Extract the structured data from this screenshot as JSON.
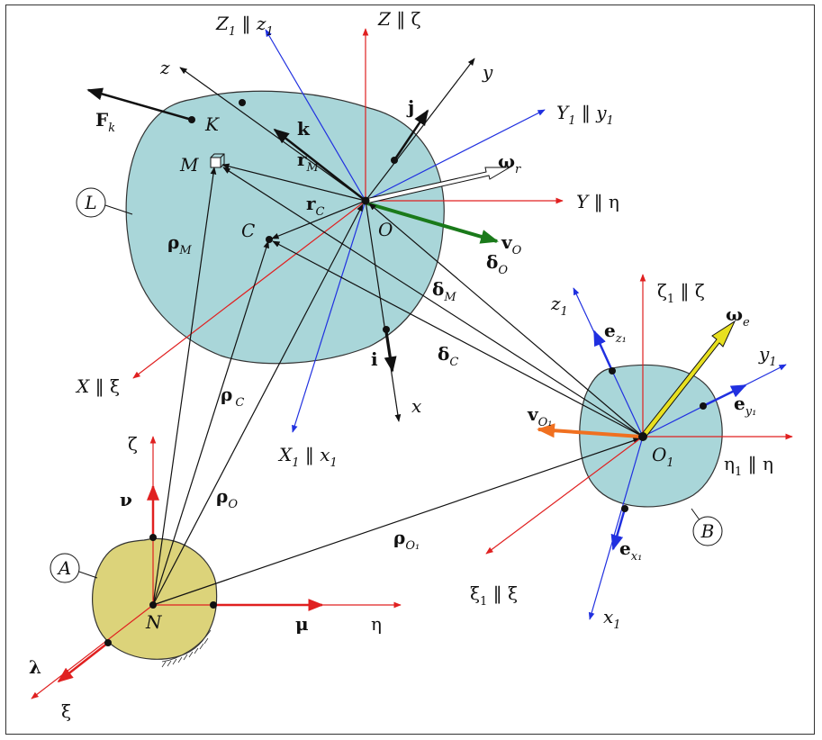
{
  "colors": {
    "body_L": "#a9d6d9",
    "body_B": "#a9d6d9",
    "body_A": "#dcd37a",
    "red": "#e02020",
    "blue": "#2030e0",
    "green": "#1a7a1a",
    "yellow": "#e8e020",
    "orange": "#f07020",
    "black": "#111111"
  },
  "bodies": {
    "L": "L",
    "B": "B",
    "A": "A"
  },
  "points": {
    "K": "K",
    "M": "M",
    "C": "C",
    "O": "O",
    "N": "N"
  },
  "O1": {
    "main": "O",
    "sub": "1"
  },
  "fixed_axes_O": {
    "Z": "Z",
    "Z_rhs": "ζ",
    "Y": "Y",
    "Y_rhs": "η",
    "X": "X",
    "X_rhs": "ξ",
    "parallel": "‖"
  },
  "fixed_axes_N": {
    "zeta": "ζ",
    "eta": "η",
    "xi": "ξ"
  },
  "unit_vectors_N": {
    "nu": "ν",
    "mu": "μ",
    "lambda": "λ"
  },
  "body_axes": {
    "x": "x",
    "y": "y",
    "z": "z",
    "i": "i",
    "j": "j",
    "k": "k"
  },
  "axes_O1_on_O": {
    "Z1": {
      "main": "Z",
      "sub": "1",
      "rhs": "z",
      "rhs_sub": "1"
    },
    "Y1": {
      "main": "Y",
      "sub": "1",
      "rhs": "y",
      "rhs_sub": "1"
    },
    "X1": {
      "main": "X",
      "sub": "1",
      "rhs": "x",
      "rhs_sub": "1"
    }
  },
  "axes_O1": {
    "zeta1": {
      "main": "ζ",
      "sub": "1",
      "rhs": "ζ"
    },
    "eta1": {
      "main": "η",
      "sub": "1",
      "rhs": "η"
    },
    "xi1": {
      "main": "ξ",
      "sub": "1",
      "rhs": "ξ"
    },
    "z1": {
      "main": "z",
      "sub": "1"
    },
    "y1": {
      "main": "y",
      "sub": "1"
    },
    "x1": {
      "main": "x",
      "sub": "1"
    }
  },
  "vectors": {
    "F": {
      "main": "F",
      "sub": "k"
    },
    "rM": {
      "main": "r",
      "sub": "M"
    },
    "rC": {
      "main": "r",
      "sub": "C"
    },
    "rhoM": {
      "main": "ρ",
      "sub": "M"
    },
    "rhoC": {
      "main": "ρ",
      "sub": "C"
    },
    "rhoO": {
      "main": "ρ",
      "sub": "O"
    },
    "rhoO1": {
      "main": "ρ",
      "sub": "O₁"
    },
    "deltaM": {
      "main": "δ",
      "sub": "M"
    },
    "deltaO": {
      "main": "δ",
      "sub": "O"
    },
    "deltaC": {
      "main": "δ",
      "sub": "C"
    },
    "omega_r": {
      "main": "ω",
      "sub": "r"
    },
    "omega_e": {
      "main": "ω",
      "sub": "e"
    },
    "vO": {
      "main": "v",
      "sub": "O"
    },
    "vO1": {
      "main": "v",
      "sub": "O₁"
    },
    "ez1": {
      "main": "e",
      "sub": "z₁"
    },
    "ey1": {
      "main": "e",
      "sub": "y₁"
    },
    "ex1": {
      "main": "e",
      "sub": "x₁"
    }
  }
}
